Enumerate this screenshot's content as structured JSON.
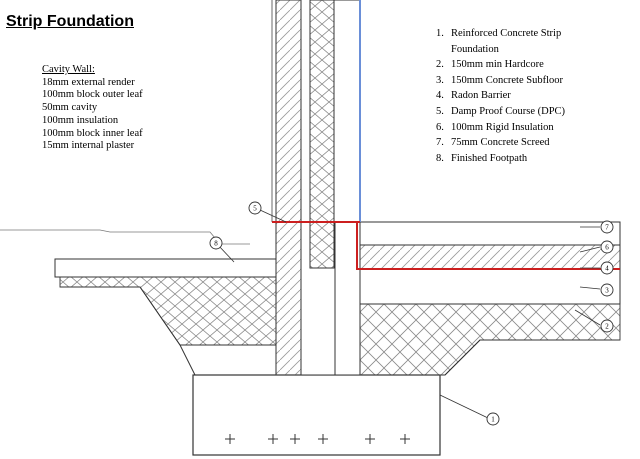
{
  "title": "Strip Foundation",
  "cavity_wall": {
    "heading": "Cavity Wall:",
    "layers": [
      "18mm external render",
      "100mm block outer leaf",
      "50mm cavity",
      "100mm insulation",
      "100mm block inner leaf",
      "15mm internal plaster"
    ]
  },
  "legend": [
    {
      "number": "1.",
      "label": "Reinforced Concrete Strip Foundation"
    },
    {
      "number": "2.",
      "label": "150mm min Hardcore"
    },
    {
      "number": "3.",
      "label": "150mm Concrete Subfloor"
    },
    {
      "number": "4.",
      "label": "Radon Barrier"
    },
    {
      "number": "5.",
      "label": "Damp Proof Course (DPC)"
    },
    {
      "number": "6.",
      "label": "100mm Rigid Insulation"
    },
    {
      "number": "7.",
      "label": "75mm Concrete Screed"
    },
    {
      "number": "8.",
      "label": "Finished Footpath"
    }
  ],
  "callouts": [
    {
      "number": "1",
      "label": "Reinforced Concrete Strip Foundation"
    },
    {
      "number": "2",
      "label": "150mm min Hardcore"
    },
    {
      "number": "3",
      "label": "150mm Concrete Subfloor"
    },
    {
      "number": "4",
      "label": "Radon Barrier"
    },
    {
      "number": "5",
      "label": "Damp Proof Course (DPC)"
    },
    {
      "number": "6",
      "label": "100mm Rigid Insulation"
    },
    {
      "number": "7",
      "label": "75mm Concrete Screed"
    },
    {
      "number": "8",
      "label": "Finished Footpath"
    }
  ],
  "colors": {
    "line": "#333333",
    "dpc": "#cc1f1f",
    "plaster": "#6a8fd8",
    "hatch": "#888888"
  }
}
